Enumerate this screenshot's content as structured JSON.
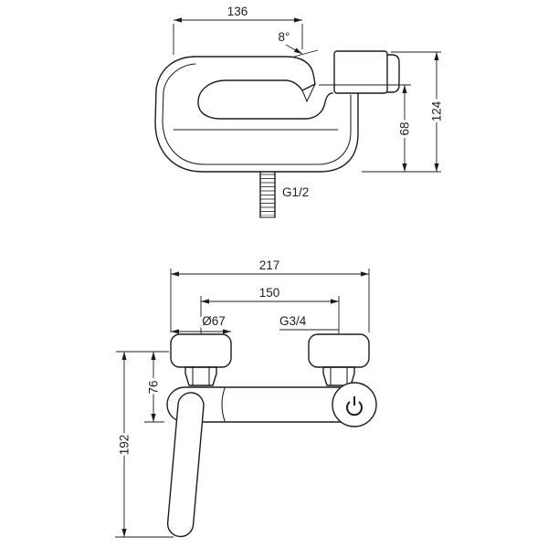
{
  "drawing": {
    "line_color": "#1c1c1c",
    "top_view": {
      "dim_spout_reach": "136",
      "dim_spout_angle": "8°",
      "dim_outlet_height": "68",
      "dim_total_height": "124",
      "inlet_thread_label": "G1/2"
    },
    "front_view": {
      "dim_total_width": "217",
      "dim_connection_spacing": "150",
      "dim_escutcheon_diameter": "Ø67",
      "connection_thread_label": "G3/4",
      "dim_body_offset": "76",
      "dim_handle_length": "192"
    }
  }
}
